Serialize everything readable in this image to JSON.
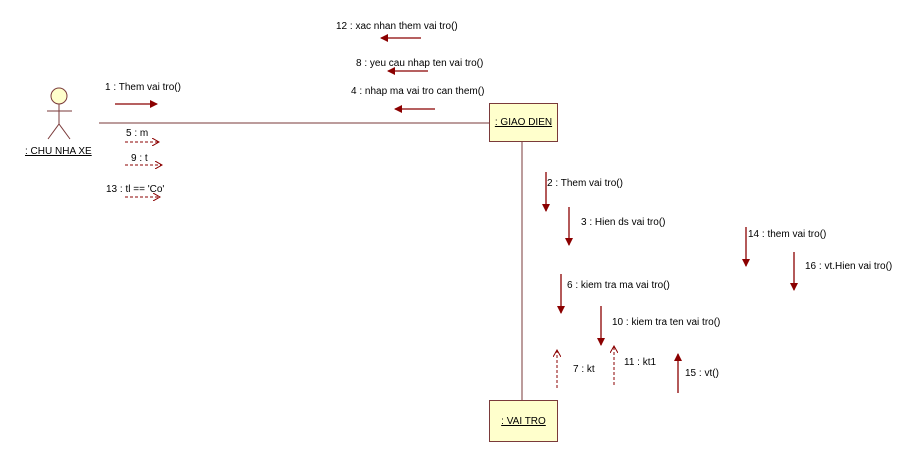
{
  "actor": {
    "name": ": CHU NHA XE"
  },
  "objects": {
    "giao_dien": ": GIAO DIEN",
    "vai_tro": ": VAI TRO"
  },
  "messages": {
    "m1": "1 : Them vai tro()",
    "m2": "2 : Them vai tro()",
    "m3": "3 : Hien ds vai tro()",
    "m4": "4 : nhap ma vai tro can them()",
    "m5": "5 : m",
    "m6": "6 : kiem tra ma vai tro()",
    "m7": "7 : kt",
    "m8": "8 : yeu cau nhap ten vai tro()",
    "m9": "9 : t",
    "m10": "10 : kiem tra ten vai tro()",
    "m11": "11 : kt1",
    "m12": "12 : xac nhan them vai tro()",
    "m13": "13 : tl == 'Co'",
    "m14": "14 : them vai tro()",
    "m15": "15 : vt()",
    "m16": "16 : vt.Hien vai tro()"
  },
  "colors": {
    "arrow": "#8b0000",
    "box_fill": "#ffffcc",
    "line": "#7a3a3a",
    "actor_fill": "#ffffcc"
  }
}
